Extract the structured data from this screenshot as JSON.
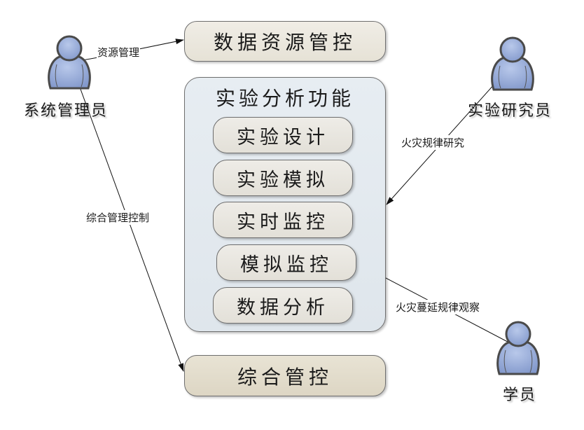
{
  "actors": [
    {
      "id": "admin",
      "label": "系统管理员",
      "icon": "user-icon"
    },
    {
      "id": "researcher",
      "label": "实验研究员",
      "icon": "user-icon"
    },
    {
      "id": "student",
      "label": "学员",
      "icon": "user-icon"
    }
  ],
  "boxes": {
    "data_resource": "数据资源管控",
    "analysis": {
      "title": "实验分析功能",
      "items": [
        "实验设计",
        "实验模拟",
        "实时监控",
        "模拟监控",
        "数据分析"
      ]
    },
    "integrated": "综合管控"
  },
  "edges": [
    {
      "from": "admin",
      "to": "data_resource",
      "label": "资源管理"
    },
    {
      "from": "admin",
      "to": "integrated",
      "label": "综合管理控制"
    },
    {
      "from": "researcher",
      "to": "analysis",
      "label": "火灾规律研究"
    },
    {
      "from": "student",
      "to": "analysis.items.3",
      "label": "火灾蔓延规律观察"
    }
  ],
  "colors": {
    "actor_fill": "#9aaed8",
    "actor_stroke": "#4a4a4a",
    "container_fill": "#e3e9ef",
    "box_fill": "#ebe8e1",
    "integrated_fill": "#e2dccb"
  }
}
